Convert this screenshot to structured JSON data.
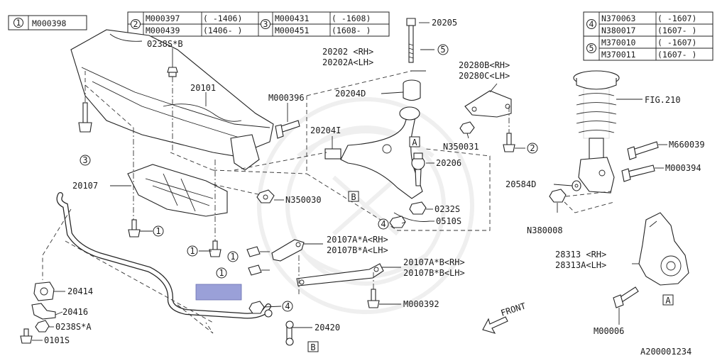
{
  "legend": {
    "item1": {
      "num": "1",
      "part": "M000398"
    },
    "item2": {
      "num": "2",
      "rows": [
        [
          "M000397",
          "( -1406)"
        ],
        [
          "M000439",
          "(1406- )"
        ]
      ]
    },
    "item3": {
      "num": "3",
      "rows": [
        [
          "M000431",
          "( -1608)"
        ],
        [
          "M000451",
          "(1608- )"
        ]
      ]
    },
    "item4": {
      "num": "4",
      "rows": [
        [
          "N370063",
          "( -1607)"
        ],
        [
          "N380017",
          "(1607- )"
        ]
      ]
    },
    "item5": {
      "num": "5",
      "rows": [
        [
          "M370010",
          "( -1607)"
        ],
        [
          "M370011",
          "(1607- )"
        ]
      ]
    }
  },
  "labels": {
    "l0238SB": "0238S*B",
    "l20101": "20101",
    "lM000396": "M000396",
    "l20202rh": "20202 <RH>",
    "l20202lh": "20202A<LH>",
    "l20205": "20205",
    "l20204D": "20204D",
    "l20204I": "20204I",
    "l20206": "20206",
    "l20280rh": "20280B<RH>",
    "l20280lh": "20280C<LH>",
    "lN350031": "N350031",
    "lFIG210": "FIG.210",
    "lM660039": "M660039",
    "lM000394": "M000394",
    "l20584D": "20584D",
    "lN380008": "N380008",
    "l20107": "20107",
    "lN350030": "N350030",
    "l0232S": "0232S",
    "l0510S": "0510S",
    "l20107AArh": "20107A*A<RH>",
    "l20107BAlh": "20107B*A<LH>",
    "l20107ABrh": "20107A*B<RH>",
    "l20107BBlh": "20107B*B<LH>",
    "lM000392": "M000392",
    "l20414": "20414",
    "l20416": "20416",
    "l0238SA": "0238S*A",
    "l0101S": "0101S",
    "l20420": "20420",
    "l28313rh": "28313 <RH>",
    "l28313lh": "28313A<LH>",
    "lM00006": "M00006",
    "front": "FRONT",
    "refA": "A",
    "refB": "B",
    "diagramId": "A200001234"
  },
  "callouts": {
    "c1": "1",
    "c2": "2",
    "c3": "3",
    "c4": "4",
    "c5": "5"
  },
  "colors": {
    "line": "#222222",
    "highlight": "#9aa0d8",
    "highlightBorder": "#6a70b0"
  }
}
